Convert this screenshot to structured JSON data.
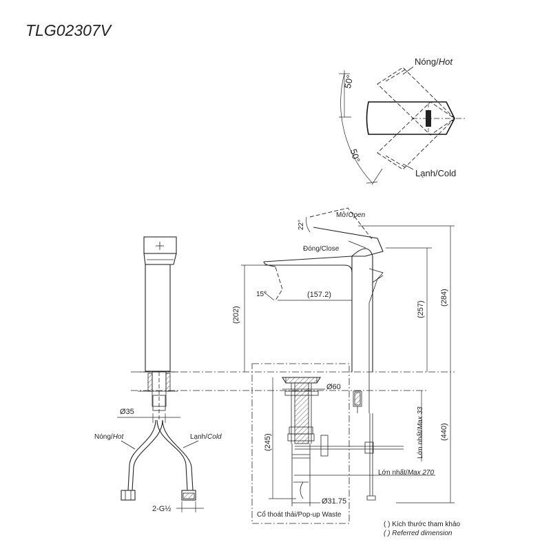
{
  "model": "TLG02307V",
  "top_view": {
    "hot_label": "Nóng/",
    "hot_label_en": "Hot",
    "cold_label": "Lạnh/Cold",
    "angle_up": "50°",
    "angle_down": "50°"
  },
  "side_view": {
    "open_label": "Mở/",
    "open_label_en": "Open",
    "close_label": "Đóng/Close",
    "angle_handle": "22°",
    "angle_spout": "15°",
    "dim_reach": "(157.2)",
    "dim_spout_height": "(202)",
    "dim_257": "(257)",
    "dim_284": "(284)",
    "dim_440": "(440)",
    "dim_diam60": "Ø60",
    "dim_245": "(245)",
    "dim_diam3175": "Ø31.75",
    "max33_label": "Lớn nhất/",
    "max33_label_en": "Max 33",
    "max270_label": "Lớn nhất/",
    "max270_label_en": "Max 270",
    "popup_label": "Cổ thoát thải/Pop-up Waste"
  },
  "front_view": {
    "dim_diam35": "Ø35",
    "hot_label": "Nóng/",
    "hot_label_en": "Hot",
    "cold_label": "Lạnh/",
    "cold_label_en": "Cold",
    "thread_label": "2-G½"
  },
  "legend": {
    "line1": "( ) Kích thước tham khảo",
    "line2": "( ) Referred dimension"
  }
}
